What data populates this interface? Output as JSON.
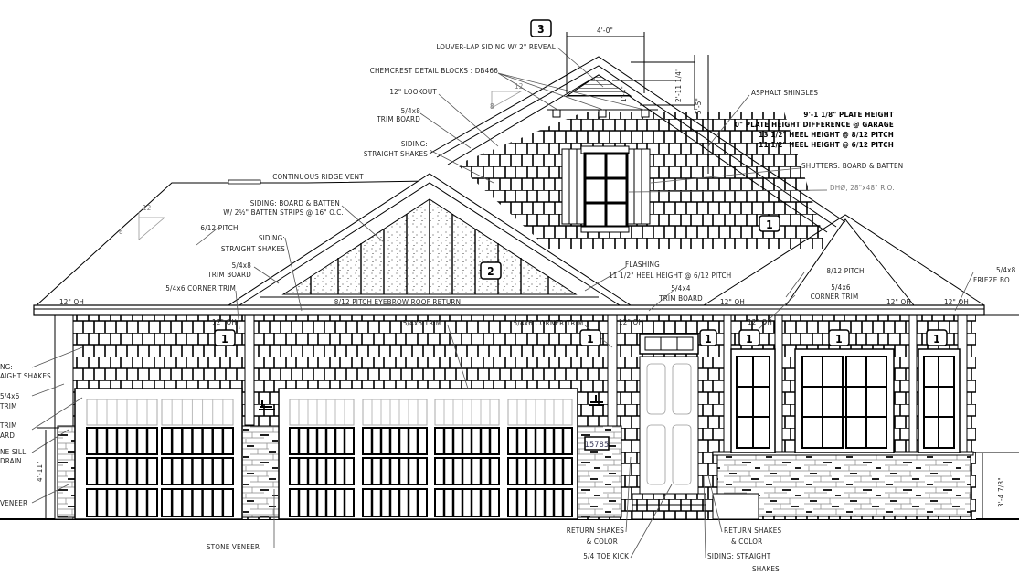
{
  "drawing": {
    "badges": [
      "3",
      "2",
      "1"
    ],
    "house_number": "15785",
    "dimensions": {
      "louver_width": "4'-0\"",
      "louver_height_a": "1'-4\"",
      "louver_height_b": "2'-11 1/4\"",
      "louver_height_c": "5'-5\"",
      "stone_left": "4'-11\"",
      "stone_right": "3'-4 7/8\""
    },
    "pitch_marks": {
      "run": "12",
      "rise": "8"
    },
    "labels": {
      "louver": "LOUVER-LAP SIDING W/ 2\" REVEAL",
      "chemcrest": "CHEMCREST DETAIL BLOCKS : DB466",
      "lookout": "12\" LOOKOUT",
      "trim_5_4x8": "5/4x8",
      "trim_board": "TRIM BOARD",
      "siding": "SIDING:",
      "straight_shakes": "STRAIGHT SHAKES",
      "asphalt": "ASPHALT SHINGLES",
      "plate_height": "9'-1 1/8\" PLATE HEIGHT",
      "plate_diff": "0\" PLATE HEIGHT DIFFERENCE @ GARAGE",
      "heel_8_12": "13 1/2\" HEEL HEIGHT @ 8/12 PITCH",
      "heel_6_12": "11 1/2\" HEEL HEIGHT @ 6/12 PITCH",
      "shutters": "SHUTTERS: BOARD & BATTEN",
      "window": "DHØ, 28\"x48\" R.O.",
      "ridge_vent": "CONTINUOUS RIDGE VENT",
      "board_batten": "SIDING: BOARD & BATTEN",
      "batten_strips": "W/ 2½\" BATTEN STRIPS @ 16\" O.C.",
      "pitch_6_12": "6/12 PITCH",
      "corner_trim_5_4x6": "5/4x6 CORNER TRIM",
      "eyebrow": "8/12 PITCH EYEBROW ROOF RETURN",
      "flashing": "FLASHING",
      "trim_5_4x4": "5/4x4",
      "pitch_8_12": "8/12 PITCH",
      "trim_5_4x6": "5/4x6",
      "corner_trim": "CORNER TRIM",
      "frieze": "FRIEZE BO",
      "trim_5_4x6_full": "5/4x6 TRIM",
      "oh_12": "12\" OH",
      "left_siding": "NG:",
      "left_shakes": "AIGHT SHAKES",
      "left_trim": "TRIM",
      "left_board": "ARD",
      "left_sill": "NE SILL",
      "left_drain": "DRAIN",
      "left_veneer": "VENEER",
      "stone_veneer": "STONE VENEER",
      "return_shakes": "RETURN SHAKES",
      "and_color": "& COLOR",
      "toe_kick": "5/4 TOE KICK",
      "siding_straight": "SIDING: STRAIGHT",
      "shakes": "SHAKES"
    }
  }
}
